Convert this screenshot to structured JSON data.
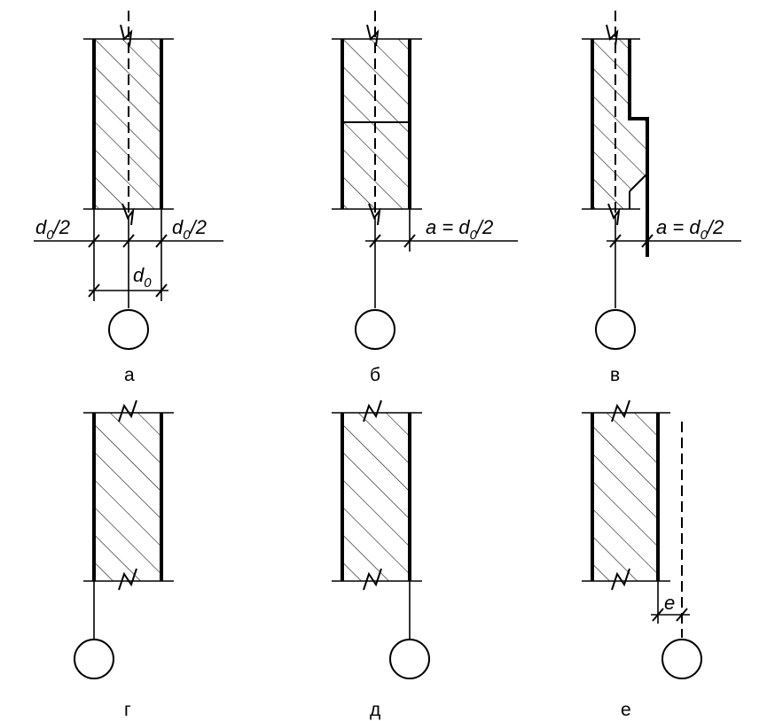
{
  "panels": [
    {
      "id": "a",
      "label": "а"
    },
    {
      "id": "b",
      "label": "б"
    },
    {
      "id": "v",
      "label": "в"
    },
    {
      "id": "g",
      "label": "г"
    },
    {
      "id": "d",
      "label": "д"
    },
    {
      "id": "e",
      "label": "е"
    }
  ],
  "dimensions": {
    "half_d0_left": {
      "main": "d",
      "sub": "0",
      "tail": "/2"
    },
    "half_d0_right": {
      "main": "d",
      "sub": "0",
      "tail": "/2"
    },
    "d0": {
      "main": "d",
      "sub": "0"
    },
    "a_b": {
      "prefix": "a = ",
      "main": "d",
      "sub": "0",
      "tail": "/2"
    },
    "a_v": {
      "prefix": "a = ",
      "main": "d",
      "sub": "0",
      "tail": "/2"
    },
    "e": "e"
  }
}
